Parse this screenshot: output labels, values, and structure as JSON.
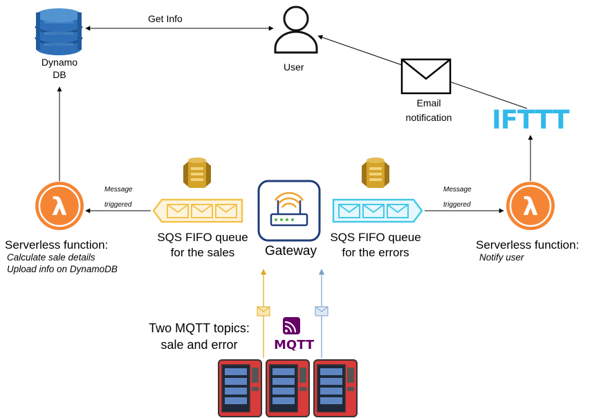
{
  "edges": {
    "get_info": "Get Info",
    "message_triggered_left": [
      "Message",
      "triggered"
    ],
    "message_triggered_right": [
      "Message",
      "triggered"
    ]
  },
  "nodes": {
    "dynamodb": {
      "label": [
        "Dynamo",
        "DB"
      ]
    },
    "user": {
      "label": "User"
    },
    "email": {
      "label": [
        "Email",
        "notification"
      ]
    },
    "ifttt": {
      "label": "IFTTT"
    },
    "lambda_left": {
      "title": "Serverless function:",
      "details": [
        "Calculate sale details",
        "Upload info on DynamoDB"
      ]
    },
    "lambda_right": {
      "title": "Serverless function:",
      "details": [
        "Notify user"
      ]
    },
    "sqs_sales": {
      "label": [
        "SQS FIFO queue",
        "for the sales"
      ]
    },
    "sqs_errors": {
      "label": [
        "SQS FIFO queue",
        "for the errors"
      ]
    },
    "gateway": {
      "label": "Gateway"
    },
    "mqtt": {
      "label": [
        "Two MQTT topics:",
        "sale and error"
      ],
      "logo_text": "MQTT"
    }
  },
  "colors": {
    "dynamo_blue": "#2e6fb8",
    "lambda_orange": "#f58534",
    "sqs_gold": "#d4a32a",
    "sales_queue": "#f5c24a",
    "errors_queue": "#42c8e8",
    "ifttt_blue": "#33b8ea",
    "mqtt_purple": "#660066",
    "vending_red": "#d93a3a",
    "sale_topic_arrow": "#e0a81c",
    "error_topic_arrow": "#7a9fc8"
  }
}
